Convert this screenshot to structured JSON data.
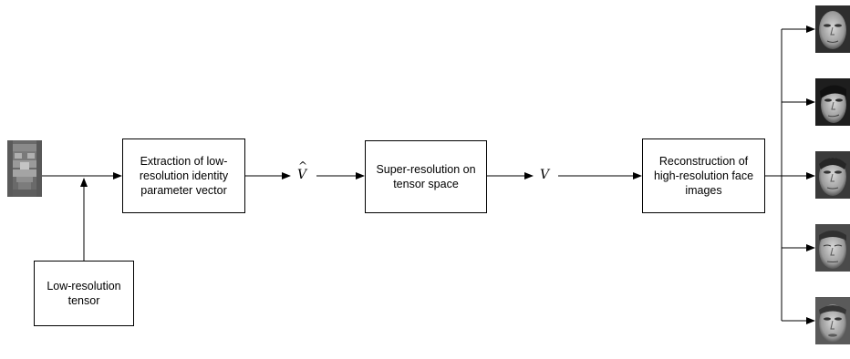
{
  "boxes": {
    "extraction": "Extraction of low-resolution identity parameter vector",
    "superres": "Super-resolution on tensor space",
    "reconstruction": "Reconstruction of high-resolution face images",
    "lowres_tensor": "Low-resolution tensor"
  },
  "symbols": {
    "v_hat": "V",
    "v_hat_accent": "^",
    "v": "V"
  },
  "images": {
    "input_face": "low-resolution-face-image",
    "output_faces": [
      "face-image",
      "face-image",
      "face-image",
      "face-image",
      "face-image"
    ]
  },
  "colors": {
    "line": "#000000",
    "face_light": "#c8c8c8",
    "face_mid": "#8c8c8c",
    "face_dark": "#3a3a3a"
  }
}
